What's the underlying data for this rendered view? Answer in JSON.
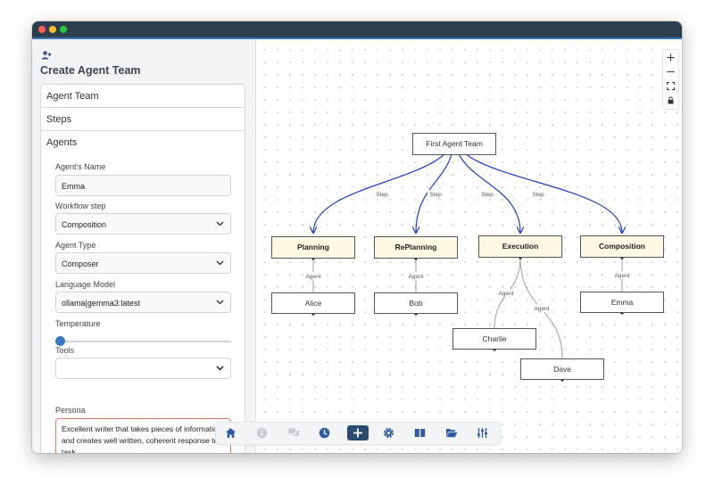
{
  "sidebar": {
    "title": "Create Agent Team",
    "sections": [
      {
        "label": "Agent Team"
      },
      {
        "label": "Steps"
      },
      {
        "label": "Agents"
      }
    ],
    "form": {
      "name_label": "Agent's Name",
      "name_value": "Emma",
      "workflow_label": "Workflow step",
      "workflow_value": "Composition",
      "type_label": "Agent Type",
      "type_value": "Composer",
      "model_label": "Language Model",
      "model_value": "ollama|gemma3:latest",
      "temperature_label": "Temperature",
      "temperature_value": 0,
      "tools_label": "Tools",
      "tools_value": "",
      "persona_label": "Persona",
      "persona_value": "Excellent writer that takes pieces of information and creates well written, coherent response to a task."
    }
  },
  "graph": {
    "team": "First Agent Team",
    "step_edge_label": "Step",
    "agent_edge_label": "Agent",
    "steps": [
      "Planning",
      "RePlanning",
      "Execution",
      "Composition"
    ],
    "agents": [
      "Alice",
      "Bob",
      "Charlie",
      "Dave",
      "Emma"
    ]
  },
  "colors": {
    "titlebar": "#2d3e4f",
    "step_edge": "#1f3fb8",
    "step_node": "#fcf8e4",
    "toolbar_active": "#2b4a70",
    "persona_border": "#e4776a"
  },
  "toolbar_icons": [
    "home-icon",
    "info-icon",
    "chat-icon",
    "history-icon",
    "add-icon",
    "gear-icon",
    "book-icon",
    "folder-icon",
    "sliders-icon"
  ]
}
